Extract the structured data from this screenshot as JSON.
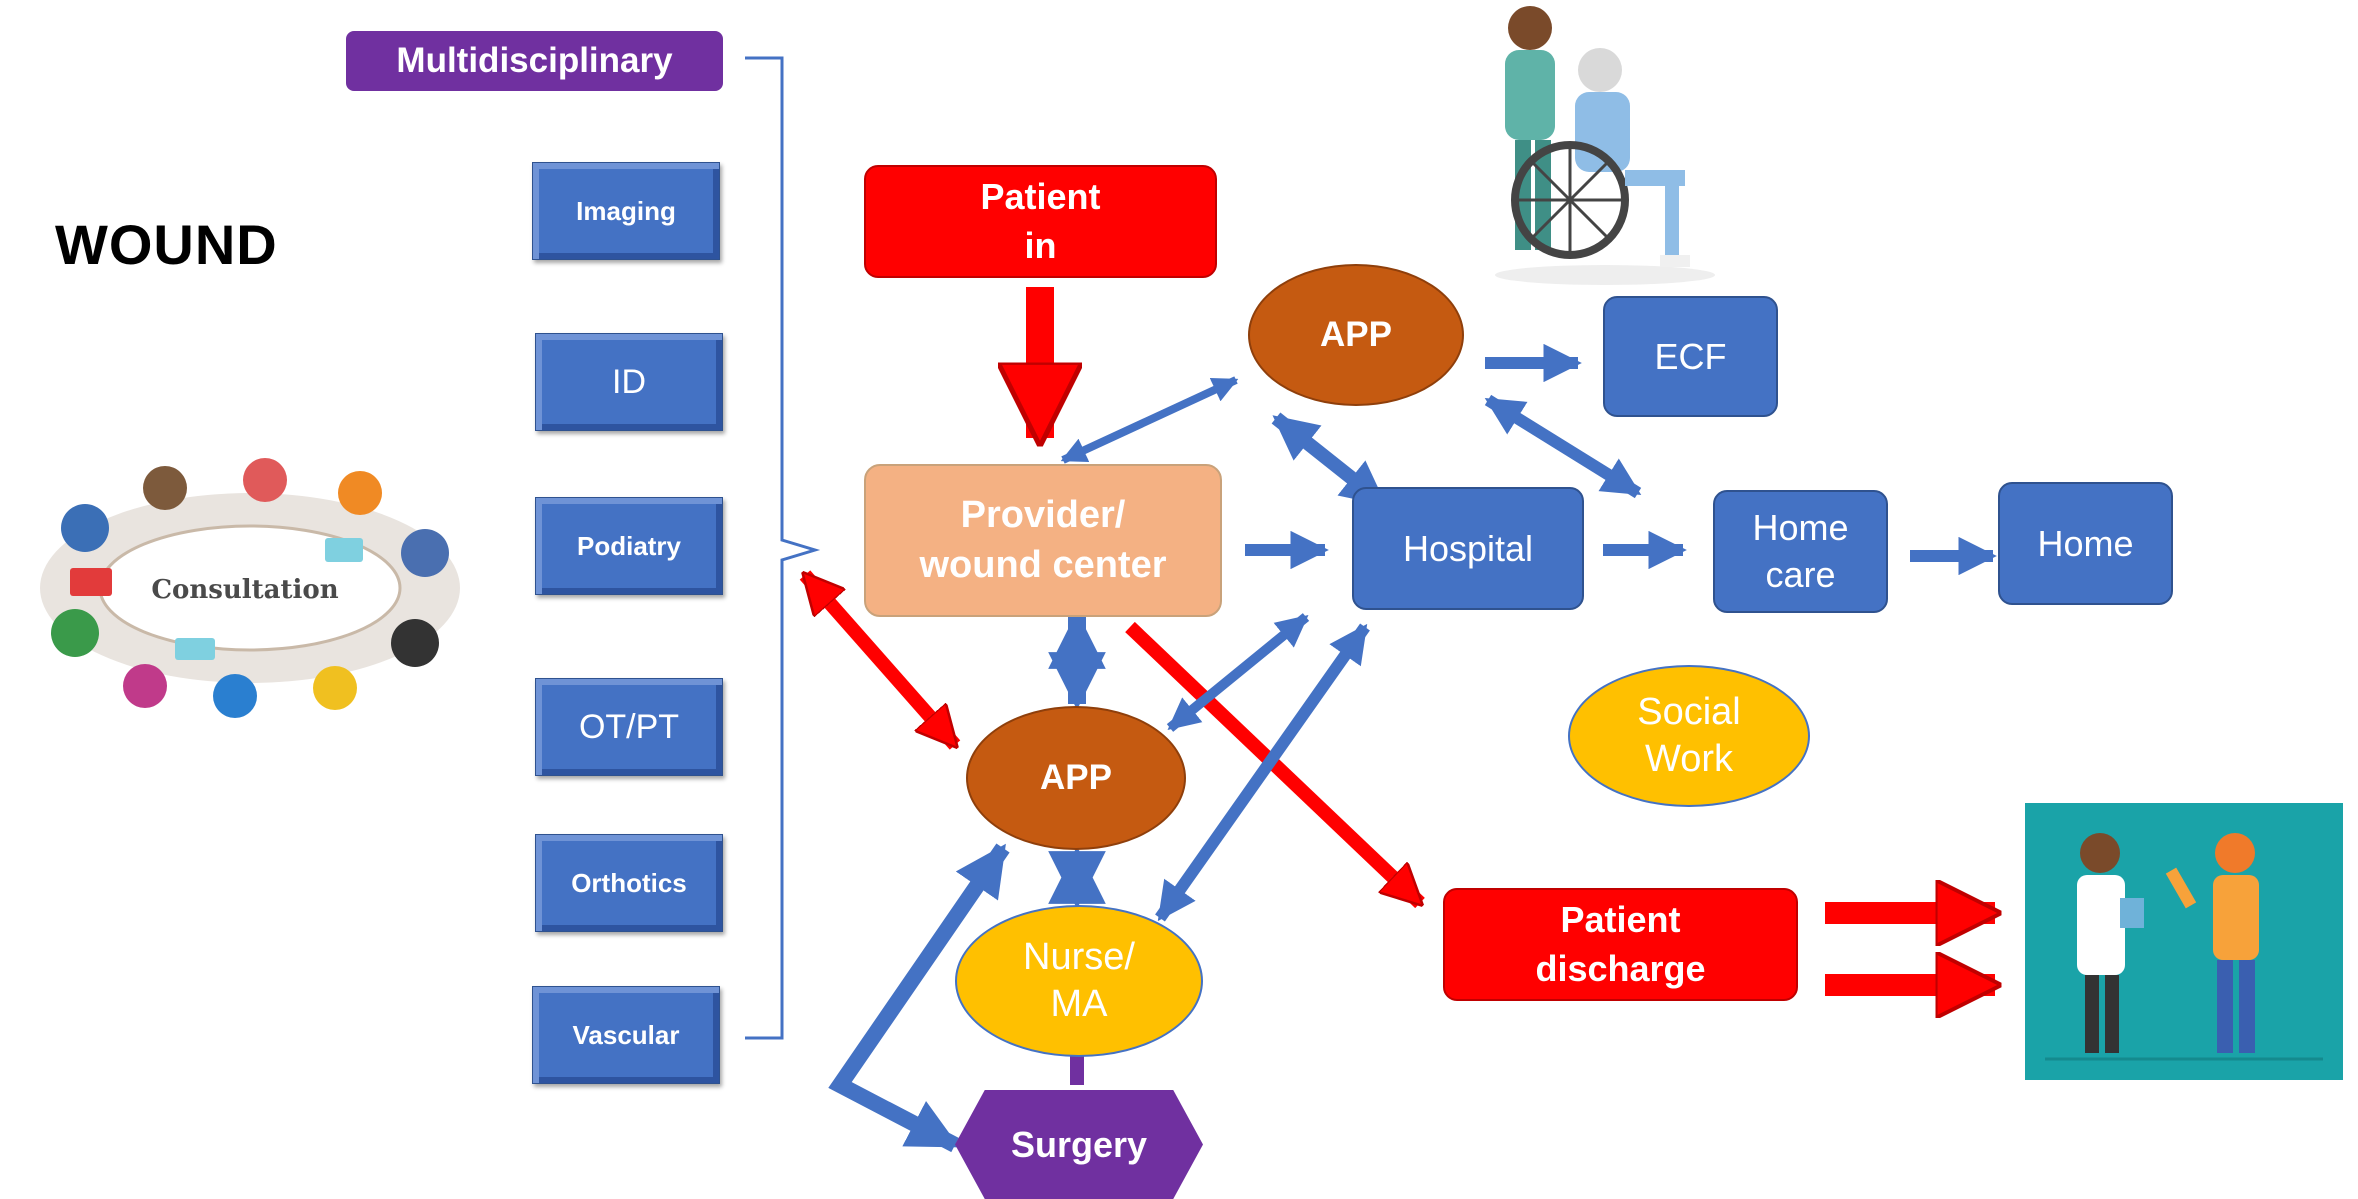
{
  "title": "WOUND",
  "multidisciplinary": {
    "label": "Multidisciplinary",
    "items": [
      "Imaging",
      "ID",
      "Podiatry",
      "OT/PT",
      "Orthotics",
      "Vascular"
    ]
  },
  "consultation_label": "Consultation",
  "nodes": {
    "patient_in": "Patient\nin",
    "provider": "Provider/\nwound center",
    "app_top": "APP",
    "app_bottom": "APP",
    "ecf": "ECF",
    "hospital": "Hospital",
    "home_care": "Home\ncare",
    "home": "Home",
    "social_work": "Social\nWork",
    "nurse_ma": "Nurse/\nMA",
    "surgery": "Surgery",
    "patient_discharge": "Patient\ndischarge"
  },
  "colors": {
    "red": "#ff0000",
    "blue": "#4472c4",
    "purple": "#7030a0",
    "peach": "#f4b183",
    "orange": "#c55a11",
    "yellow": "#ffc000",
    "teal": "#1aa3a8"
  }
}
